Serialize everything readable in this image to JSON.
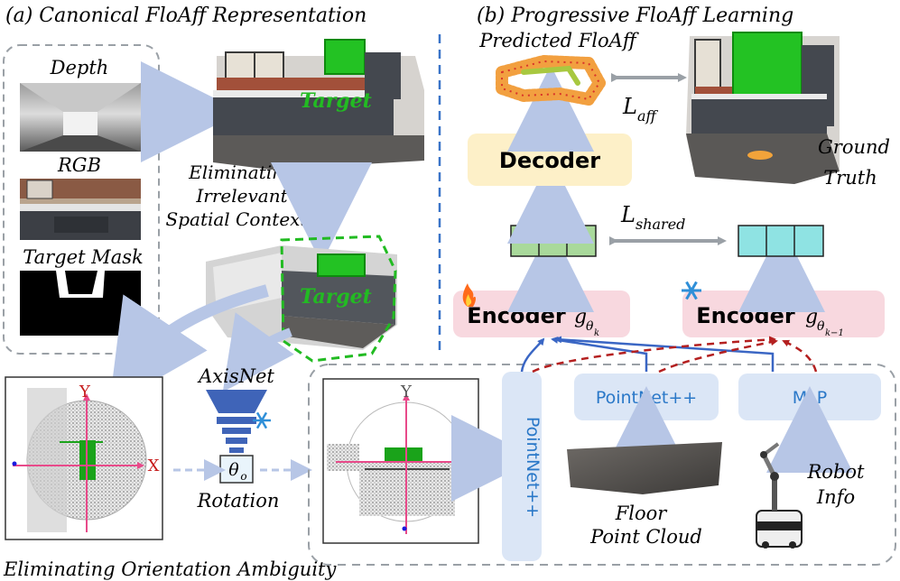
{
  "titles": {
    "a": "(a) Canonical FloAff Representation",
    "b": "(b) Progressive FloAff Learning"
  },
  "inputs": {
    "depth": "Depth",
    "rgb": "RGB",
    "mask": "Target Mask"
  },
  "scene": {
    "target_label": "Target",
    "eliminating_1": "Eliminating",
    "eliminating_2": "Irrelevant",
    "eliminating_3": "Spatial Context"
  },
  "axisnet": {
    "label": "AxisNet",
    "theta": "θ",
    "theta_sub": "o",
    "rotation": "Rotation"
  },
  "axes": {
    "x": "X",
    "y": "Y"
  },
  "bottom_caption": "Eliminating Orientation Ambiguity",
  "learning": {
    "predicted": "Predicted FloAff",
    "l_aff": "L",
    "l_aff_sub": "aff",
    "ground_truth_1": "Ground",
    "ground_truth_2": "Truth",
    "decoder": "Decoder",
    "l_shared": "L",
    "l_shared_sub": "shared",
    "encoder_left": "Encoder",
    "encoder_right": "Encoder",
    "g": "g",
    "theta_k": "θ",
    "k": "k",
    "k_minus_1": "k−1"
  },
  "modules": {
    "pointnet_vertical": "PointNet++",
    "pointnet_floor": "PointNet++",
    "mlp": "MLP"
  },
  "labels": {
    "floor_1": "Floor",
    "floor_2": "Point Cloud",
    "robot_1": "Robot",
    "robot_2": "Info"
  },
  "icons": {
    "fire": "fire-icon",
    "snow": "snowflake-icon"
  },
  "colors": {
    "arrow_light": "#b7c6e6",
    "arrow_blue": "#3a66c4",
    "arrow_red": "#b42020",
    "decoder_fill": "#fdf0c8",
    "encoder_fill": "#f8d8df",
    "module_fill": "#dbe6f6",
    "feat_green": "#a9d99b",
    "feat_cyan": "#8fe3e3",
    "target_green": "#22bb22",
    "axis_pink": "#e84a8a"
  }
}
